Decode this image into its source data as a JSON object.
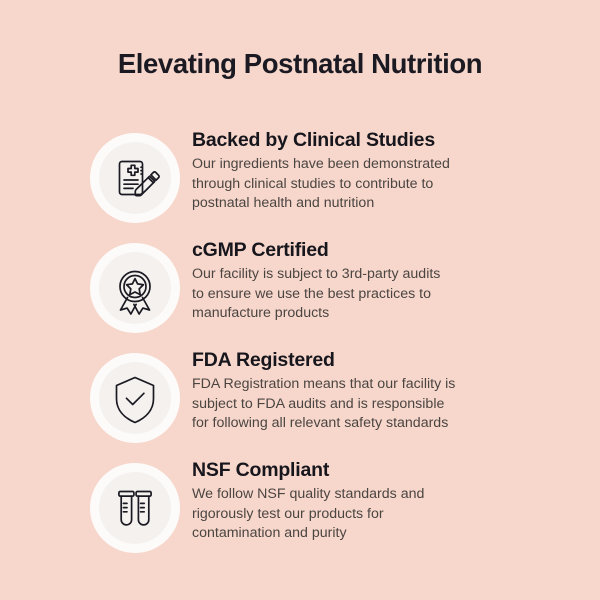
{
  "page": {
    "title": "Elevating Postnatal Nutrition",
    "background_color": "#f7d7cb",
    "heading_color": "#17161d",
    "body_color": "#4b4542",
    "badge_color": "#fdfbfa",
    "icon_stroke_color": "#1b1a22"
  },
  "features": [
    {
      "icon": "clipboard-dropper-icon",
      "heading": "Backed by Clinical Studies",
      "body": "Our ingredients have been demonstrated\nthrough clinical studies to contribute to\npostnatal health and nutrition"
    },
    {
      "icon": "award-medal-icon",
      "heading": "cGMP Certified",
      "body": "Our facility is subject to 3rd-party audits\nto ensure we use the best practices to\nmanufacture products"
    },
    {
      "icon": "shield-check-icon",
      "heading": "FDA Registered",
      "body": "FDA Registration means that our facility is\nsubject to FDA audits and is responsible\nfor following all relevant safety standards"
    },
    {
      "icon": "test-tubes-icon",
      "heading": "NSF Compliant",
      "body": "We follow NSF quality standards and\nrigorously test our products for\ncontamination and purity"
    }
  ]
}
